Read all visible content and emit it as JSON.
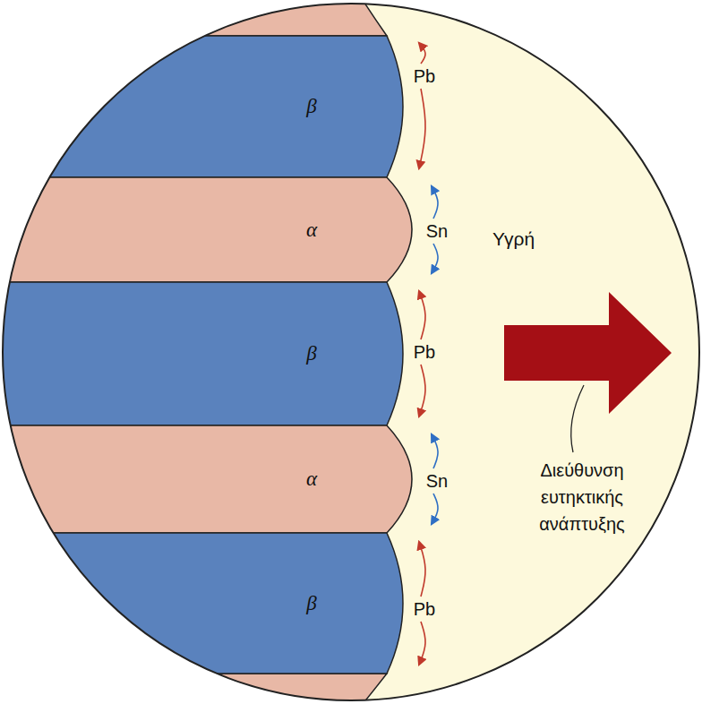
{
  "diagram": {
    "nodes": [
      {
        "text": [
          "β"
        ]
      },
      {
        "text": [
          "α"
        ]
      },
      {
        "text": [
          "β"
        ]
      },
      {
        "text": [
          "α"
        ]
      },
      {
        "text": [
          "β"
        ]
      },
      {
        "text": [
          "Υγρή"
        ]
      }
    ],
    "labels": [
      "Pb",
      "Sn",
      "Pb",
      "Sn",
      "Pb",
      "Διεύθυνση ευτηκτικής ανάπτυξης"
    ]
  }
}
